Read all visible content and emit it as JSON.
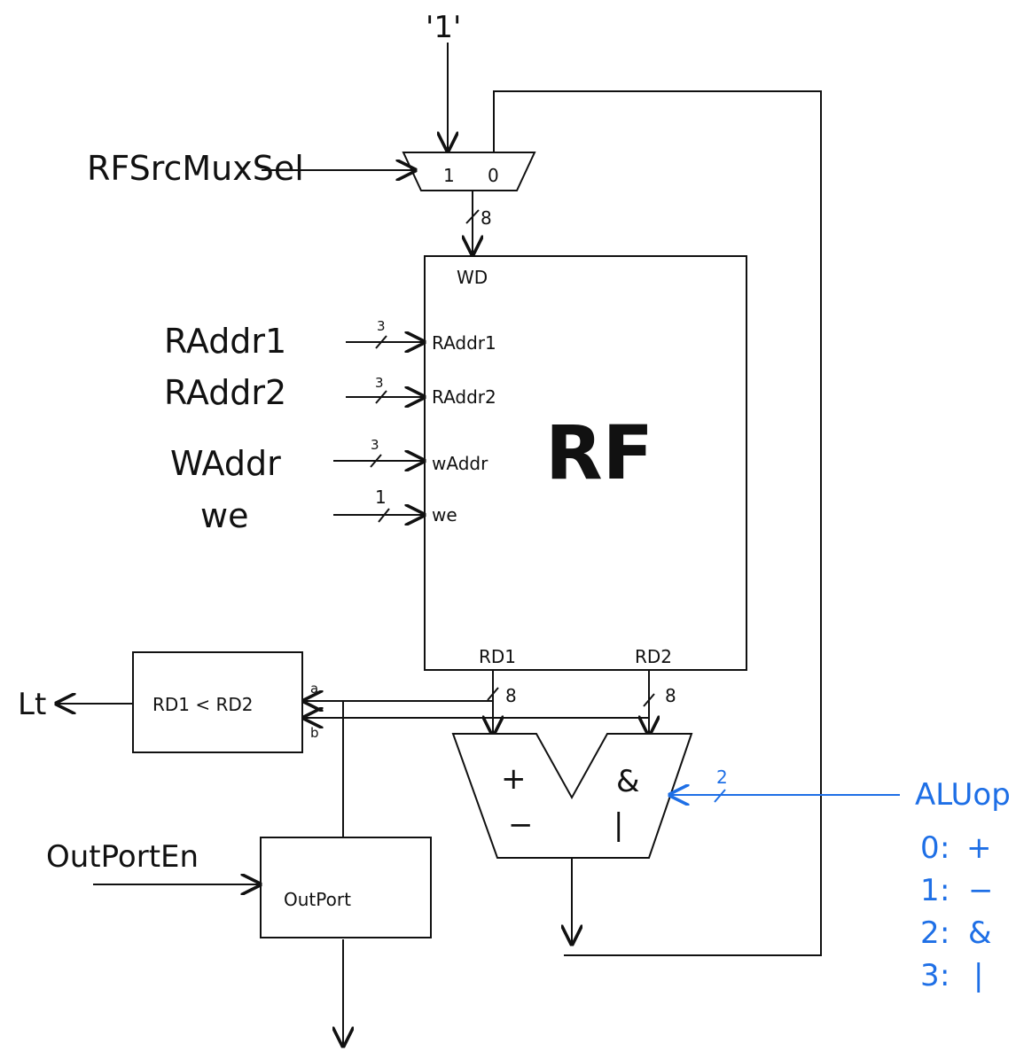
{
  "mux": {
    "const_input": "'1'",
    "sel_label": "RFSrcMuxSel",
    "in1": "1",
    "in0": "0",
    "out_width": "8"
  },
  "rf": {
    "name": "RF",
    "port_wd": "WD",
    "port_raddr1": "RAddr1",
    "port_raddr2": "RAddr2",
    "port_waddr": "wAddr",
    "port_we": "we",
    "port_rd1": "RD1",
    "port_rd2": "RD2"
  },
  "inputs": {
    "raddr1": "RAddr1",
    "raddr1_width": "3",
    "raddr2": "RAddr2",
    "raddr2_width": "3",
    "waddr": "WAddr",
    "waddr_width": "3",
    "we": "we",
    "we_width": "1"
  },
  "comparator": {
    "expr": "RD1 < RD2",
    "in_a": "a",
    "in_b": "b",
    "output": "Lt"
  },
  "buses": {
    "rd1_width": "8",
    "rd2_width": "8"
  },
  "alu": {
    "op_plus": "+",
    "op_minus": "−",
    "op_and": "&",
    "op_or": "|",
    "op_width": "2",
    "op_label": "ALUop",
    "legend": [
      {
        "code": "0",
        "op": "+"
      },
      {
        "code": "1",
        "op": "−"
      },
      {
        "code": "2",
        "op": "&"
      },
      {
        "code": "3",
        "op": "|"
      }
    ],
    "accent_color": "#1e6fe6"
  },
  "outport": {
    "name": "OutPort",
    "enable_label": "OutPortEn"
  }
}
